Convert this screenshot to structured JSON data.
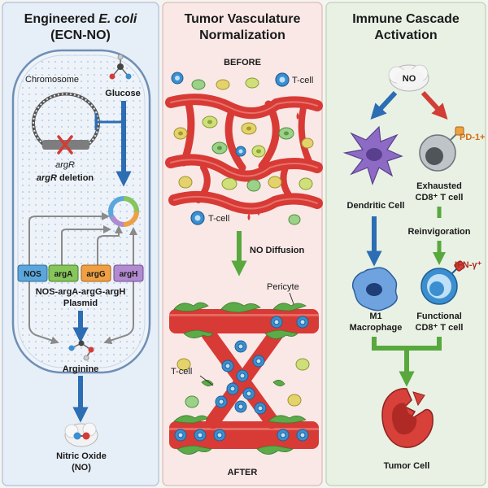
{
  "panels": {
    "left": {
      "title_line1": "Engineered ",
      "title_italic": "E. coli",
      "title_line2": "(ECN-NO)",
      "chromosome": "Chromosome",
      "glucose": "Glucose",
      "argr_italic": "argR",
      "argr_deletion_italic": "argR",
      "argr_deletion_rest": " deletion",
      "genes": [
        "NOS",
        "argA",
        "argG",
        "argH"
      ],
      "plasmid_line1": "NOS-argA-argG-argH",
      "plasmid_line2": "Plasmid",
      "arginine": "Arginine",
      "nitric_oxide_line1": "Nitric Oxide",
      "nitric_oxide_line2": "(NO)"
    },
    "middle": {
      "title_line1": "Tumor Vasculature",
      "title_line2": "Normalization",
      "before": "BEFORE",
      "tcell_top": "T-cell",
      "tcell_mid": "T-cell",
      "no_diffusion": "NO Diffusion",
      "pericyte": "Pericyte",
      "tcell_bottom": "T-cell",
      "after": "AFTER"
    },
    "right": {
      "title_line1": "Immune Cascade",
      "title_line2": "Activation",
      "no": "NO",
      "pd1": "PD-1+",
      "dendritic": "Dendritic Cell",
      "exhausted_line1": "Exhausted",
      "exhausted_line2": "CD8⁺ T cell",
      "reinvigoration": "Reinvigoration",
      "ifn": "IFN-γ⁺",
      "m1_line1": "M1",
      "m1_line2": "Macrophage",
      "functional_line1": "Functional",
      "functional_line2": "CD8⁺ T cell",
      "tumor": "Tumor Cell"
    }
  },
  "colors": {
    "left_bg": "#e6eef7",
    "middle_bg": "#f9e8e6",
    "right_bg": "#e8f1e4",
    "vessel_red": "#d83a36",
    "arrow_blue": "#2c6db3",
    "arrow_green": "#58a83e",
    "arrow_red": "#d23d36",
    "nos_blue": "#5ba6dc",
    "arg_green": "#86c65a",
    "arg_orange": "#f0a042",
    "arg_purple": "#b18ad0",
    "pericyte_green": "#5cab48",
    "tcell_blue": "#3b8fd0",
    "dendritic_purple": "#8d6bc4",
    "tumor_red": "#d8403a"
  }
}
